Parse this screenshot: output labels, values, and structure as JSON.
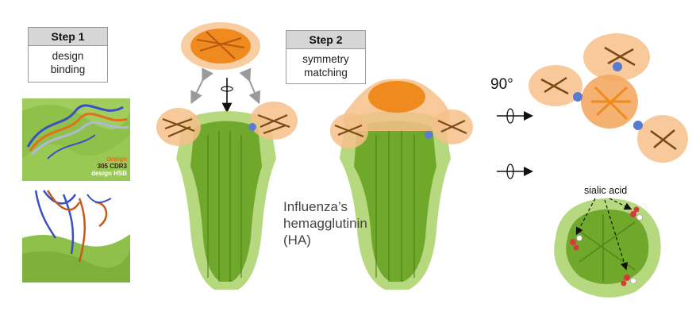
{
  "step1": {
    "title": "Step 1",
    "line1": "design",
    "line2": "binding"
  },
  "step2": {
    "title": "Step 2",
    "line1": "symmetry",
    "line2": "matching"
  },
  "ha_label": {
    "line1": "Influenza’s",
    "line2": "hemagglutinin",
    "line3": "(HA)"
  },
  "rotation_label": "90°",
  "sialic_label": "sialic acid",
  "inset_labels": {
    "line1": "design",
    "line2": "305 CDR3",
    "line3": "design HSB"
  },
  "colors": {
    "ha_green": "#78b02c",
    "binder_orange": "#ef8a1f",
    "binder_brown": "#7a4a14",
    "cdr_blue": "#3a4fc4",
    "step_header_gray": "#d6d6d6"
  }
}
